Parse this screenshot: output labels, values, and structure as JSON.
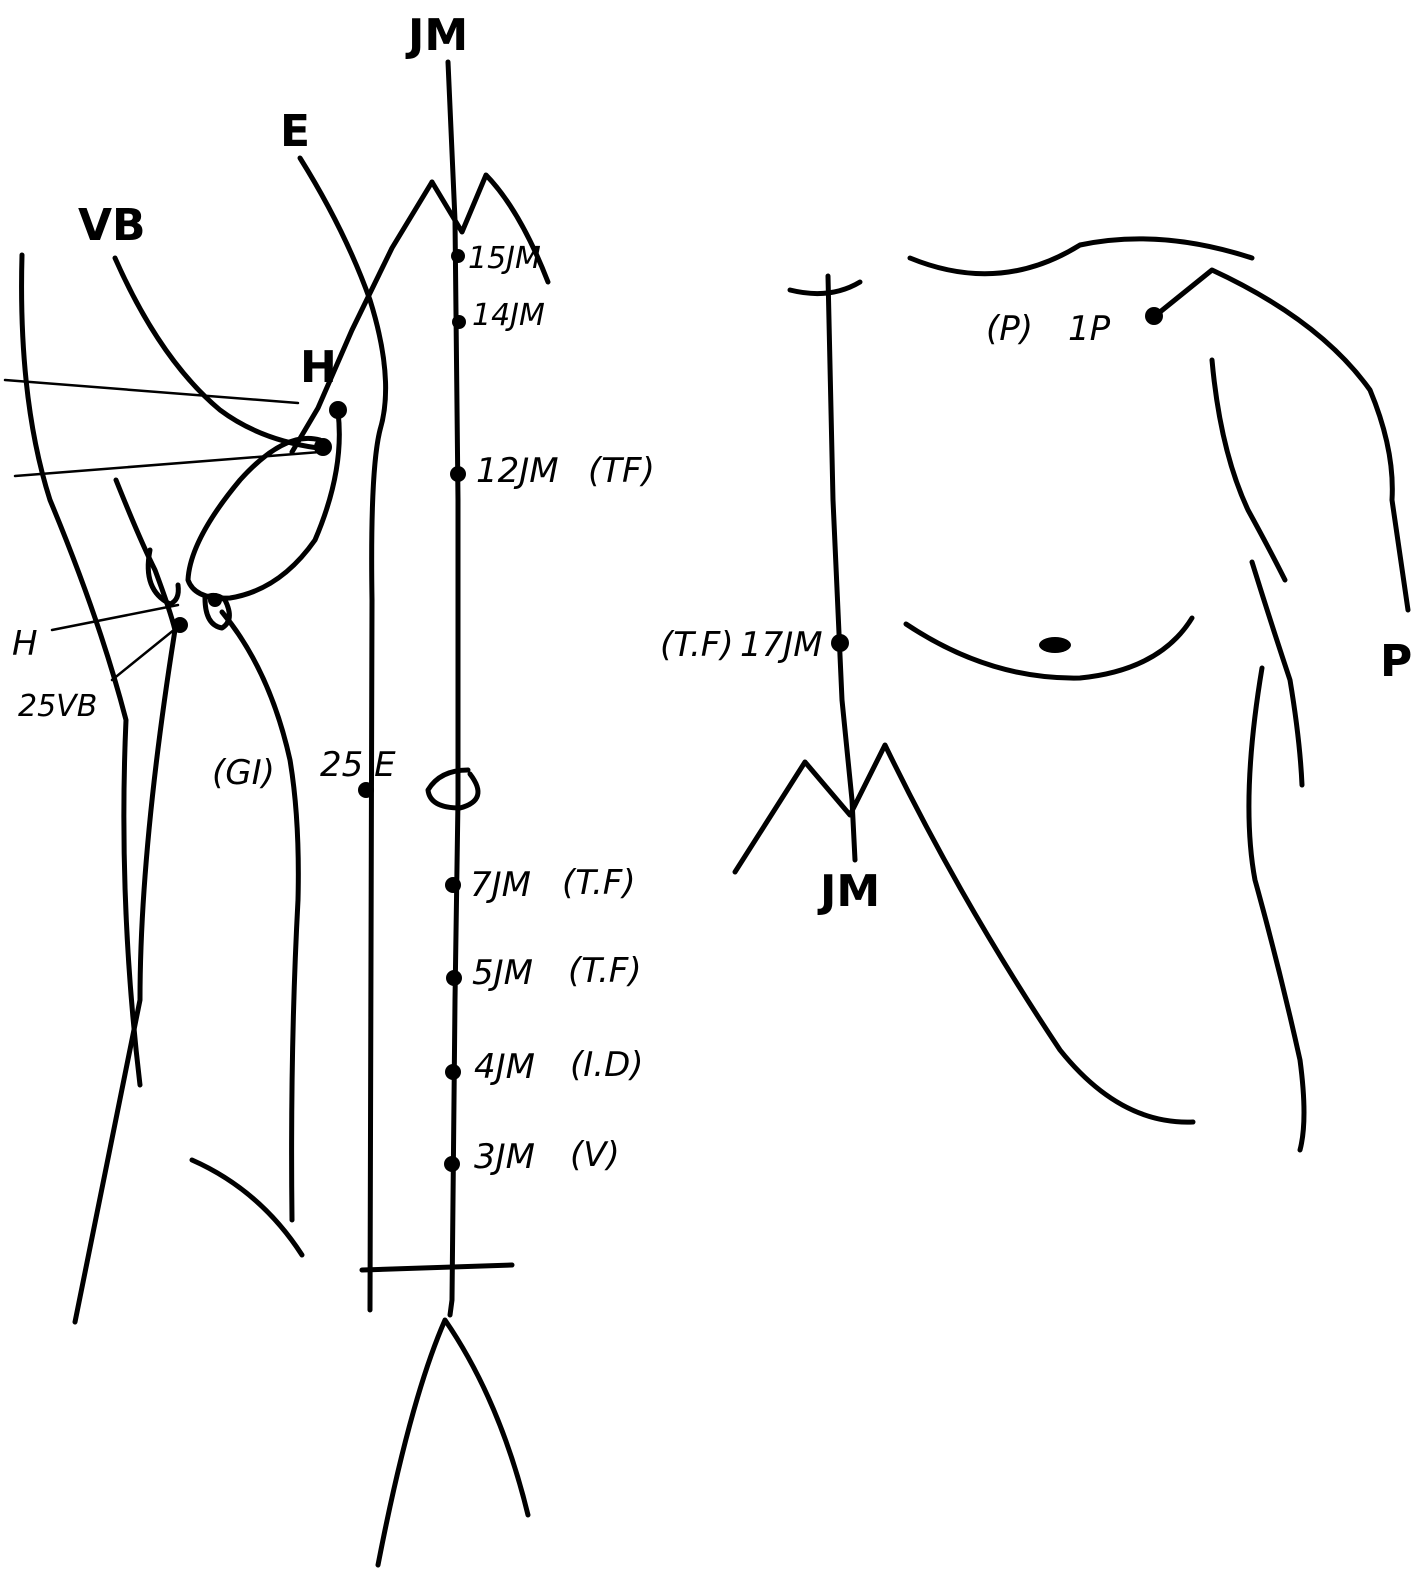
{
  "colors": {
    "ink": "#000000",
    "paper": "#ffffff"
  },
  "meridians": {
    "jm_top": "JM",
    "e": "E",
    "vb": "VB",
    "h": "H",
    "h_partial": "H",
    "jm_bottom": "JM",
    "p": "P"
  },
  "points": {
    "p15jm": "15JM",
    "p14jm": "14JM",
    "p12jm": "12JM",
    "p12jm_tag": "(TF)",
    "p7jm": "7JM",
    "p7jm_tag": "(T.F)",
    "p5jm": "5JM",
    "p5jm_tag": "(T.F)",
    "p4jm": "4JM",
    "p4jm_tag": "(I.D)",
    "p3jm": "3JM",
    "p3jm_tag": "(V)",
    "p25vb": "25VB",
    "p25e": "25 E",
    "gi_tag": "(GI)",
    "p17jm": "17JM",
    "p17jm_tag": "(T.F)",
    "p1p": "1P",
    "p1p_tag": "(P)"
  }
}
